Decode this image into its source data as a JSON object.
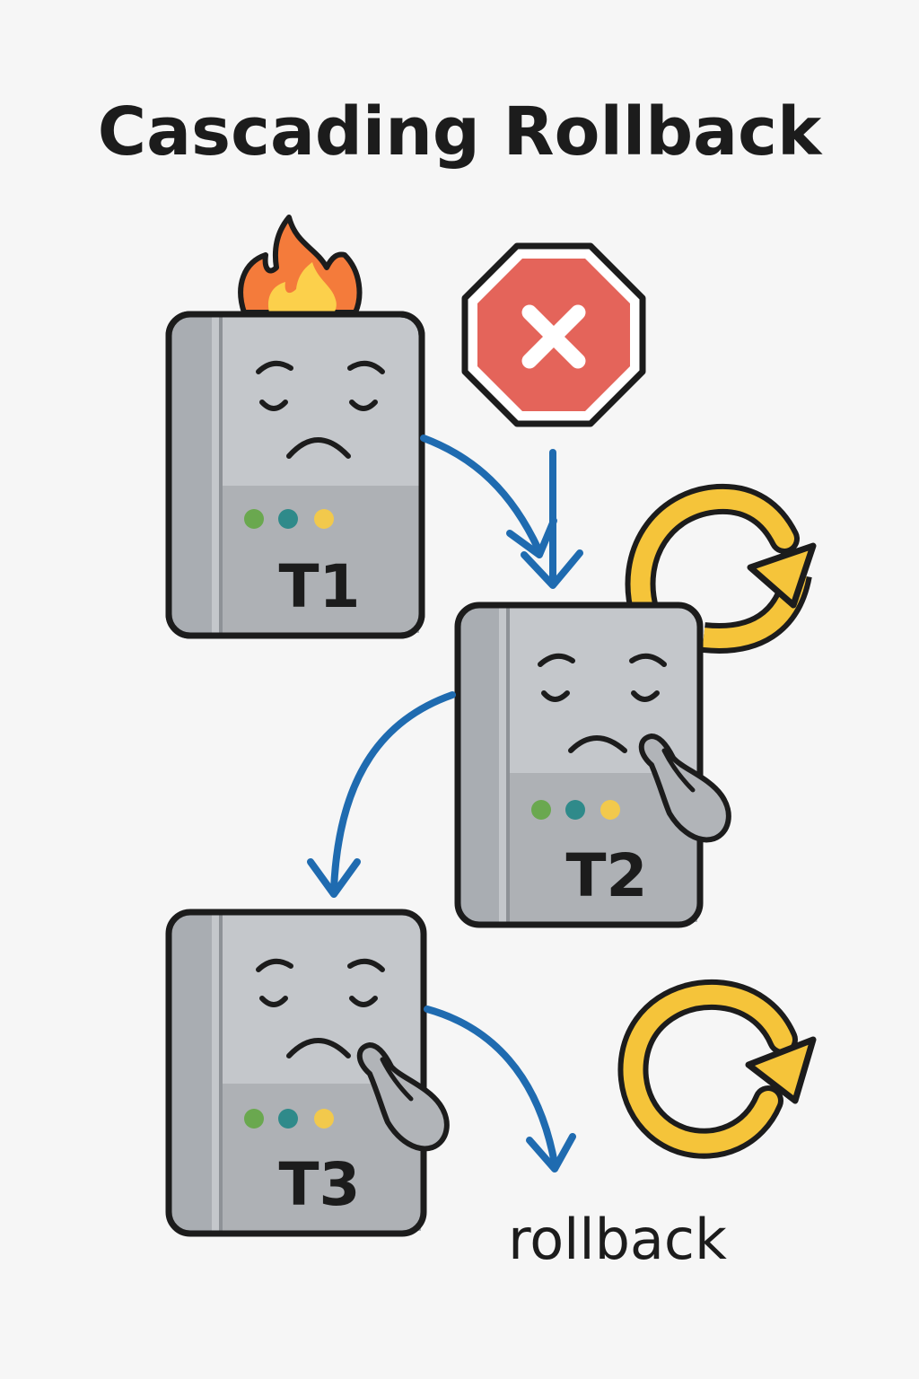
{
  "title": "Cascading Rollback",
  "transactions": [
    {
      "id": "T1",
      "label": "T1",
      "state": "failed"
    },
    {
      "id": "T2",
      "label": "T2",
      "state": "rolled-back"
    },
    {
      "id": "T3",
      "label": "T3",
      "state": "rolled-back"
    }
  ],
  "caption": "rollback",
  "icons": {
    "failure": "fire-icon",
    "abort": "stop-sign-x-icon",
    "rollback": "circular-arrow-icon"
  },
  "colors": {
    "arrow": "#1f6bb0",
    "rollback": "#f5c43a",
    "stop": "#e4645a",
    "fire_outer": "#f47b3b",
    "fire_inner": "#fcd04b",
    "server_body": "#c4c7cb",
    "server_side": "#a9adb2",
    "server_base": "#aeb1b5",
    "led_green": "#6aa84f",
    "led_teal": "#2f8a8a",
    "led_yellow": "#f2c94c",
    "outline": "#1c1c1c"
  }
}
